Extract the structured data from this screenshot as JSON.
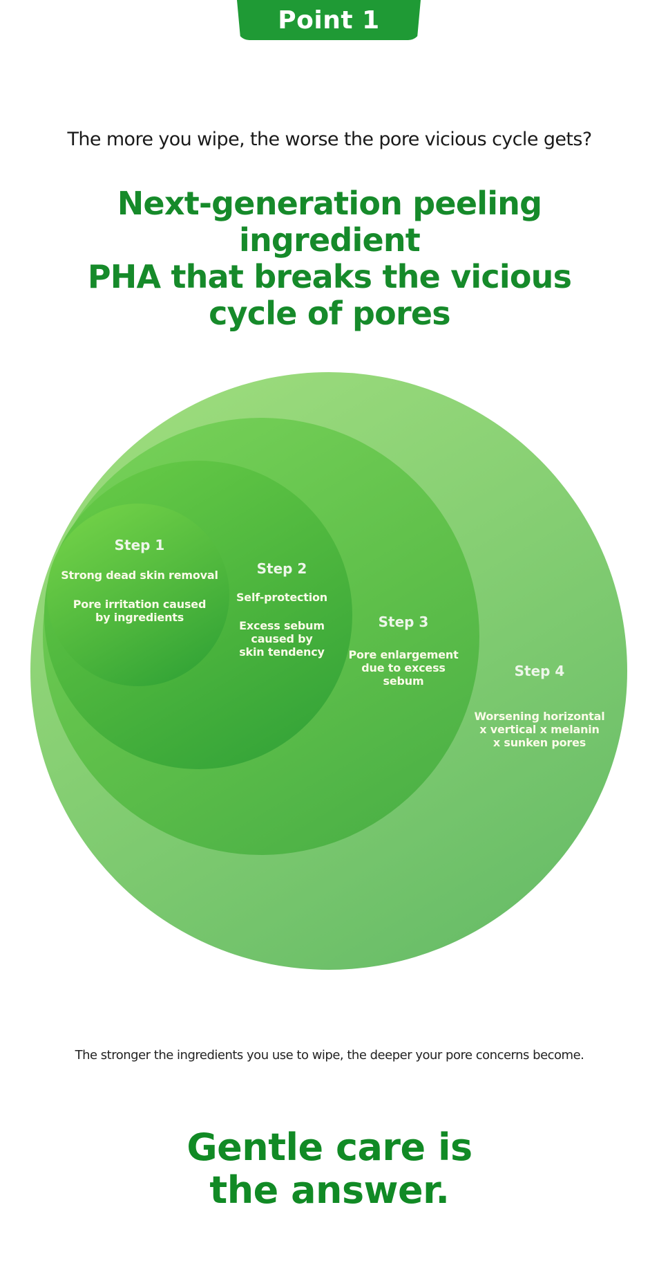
{
  "header": {
    "tab_label": "Point 1",
    "tab_color": "#1f9a35"
  },
  "intro": {
    "subtitle": "The more you wipe, the worse the pore vicious cycle gets?",
    "headline_lines": [
      "Next-generation peeling ingredient",
      "PHA that breaks the vicious",
      "cycle of pores"
    ],
    "headline_color": "#168a2a"
  },
  "diagram": {
    "steps": [
      {
        "title": "Step 1",
        "lines": [
          "Strong dead skin removal",
          "",
          "Pore irritation caused",
          "by ingredients"
        ]
      },
      {
        "title": "Step 2",
        "lines": [
          "Self-protection",
          "",
          "Excess sebum",
          "caused by",
          "skin tendency"
        ]
      },
      {
        "title": "Step 3",
        "lines": [
          "Pore enlargement",
          "due to excess",
          "sebum"
        ]
      },
      {
        "title": "Step 4",
        "lines": [
          "Worsening horizontal",
          "x vertical x melanin",
          "x sunken pores"
        ]
      }
    ],
    "colors": {
      "outer": "#86cf73",
      "inner": "#2fa037"
    }
  },
  "footer": {
    "caption": "The stronger the ingredients you use to wipe, the deeper your pore concerns become.",
    "answer_lines": [
      "Gentle care is",
      "the answer."
    ],
    "answer_color": "#118a25"
  }
}
